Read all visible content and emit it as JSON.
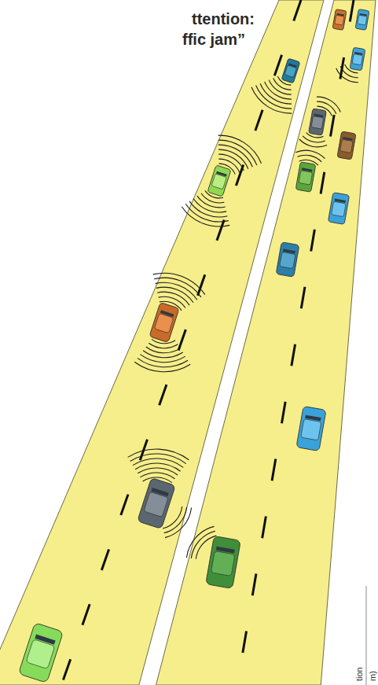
{
  "diagram": {
    "labels": [
      "ttention:",
      "ffic jam”",
      "tion",
      "m)"
    ]
  }
}
